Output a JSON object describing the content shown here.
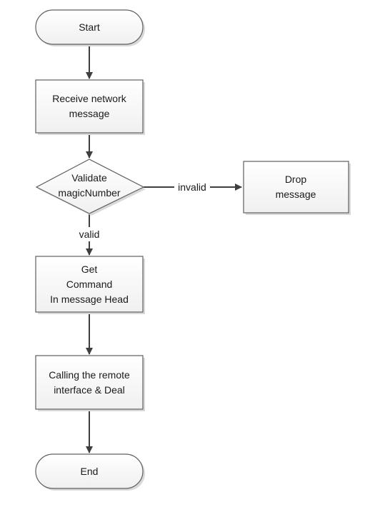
{
  "colors": {
    "node_fill_top": "#ffffff",
    "node_fill_bottom": "#f2f2f2",
    "node_border": "#5f5f5f",
    "edge": "#3f3f3f",
    "text": "#1a1a1a"
  },
  "nodes": {
    "start": {
      "shape": "terminator",
      "lines": [
        "Start"
      ]
    },
    "receive": {
      "shape": "process",
      "lines": [
        "Receive network",
        "message"
      ]
    },
    "validate": {
      "shape": "decision",
      "lines": [
        "Validate",
        "magicNumber"
      ]
    },
    "drop": {
      "shape": "process",
      "lines": [
        "Drop",
        "message"
      ]
    },
    "get_command": {
      "shape": "process",
      "lines": [
        "Get",
        "Command",
        "In message Head"
      ]
    },
    "calling": {
      "shape": "process",
      "lines": [
        "Calling the remote",
        "interface & Deal"
      ]
    },
    "end": {
      "shape": "terminator",
      "lines": [
        "End"
      ]
    }
  },
  "edges": {
    "start_to_receive": {
      "from": "start",
      "to": "receive",
      "label": ""
    },
    "receive_to_validate": {
      "from": "receive",
      "to": "validate",
      "label": ""
    },
    "validate_to_drop": {
      "from": "validate",
      "to": "drop",
      "label": "invalid"
    },
    "validate_to_get_command": {
      "from": "validate",
      "to": "get_command",
      "label": "valid"
    },
    "get_command_to_calling": {
      "from": "get_command",
      "to": "calling",
      "label": ""
    },
    "calling_to_end": {
      "from": "calling",
      "to": "end",
      "label": ""
    }
  }
}
